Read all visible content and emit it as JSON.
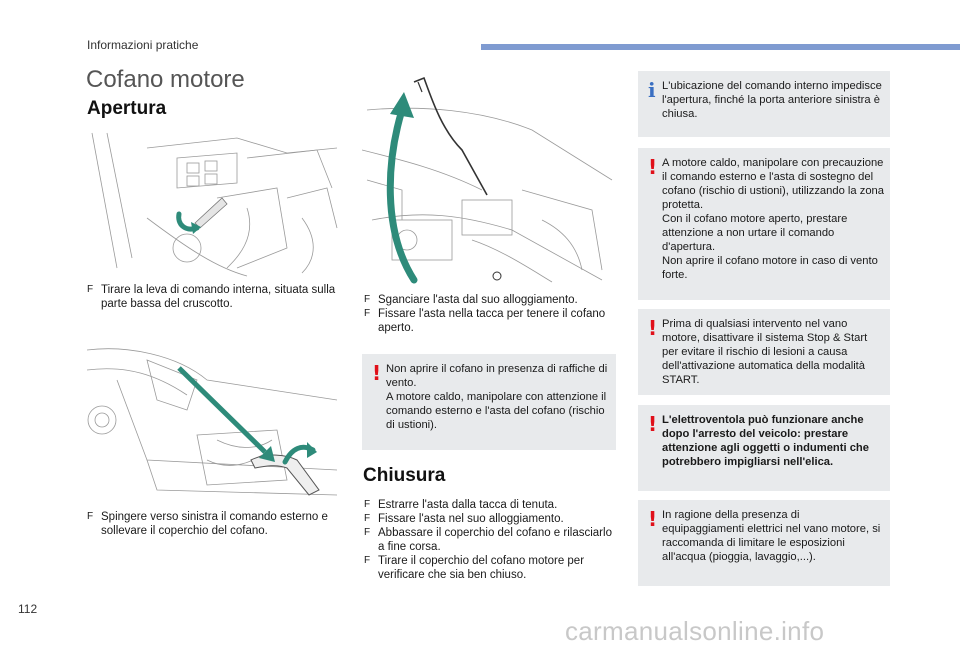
{
  "header": {
    "section": "Informazioni pratiche"
  },
  "page_title": "Cofano motore",
  "apertura": {
    "title": "Apertura",
    "step1": "Tirare la leva di comando interna, situata sulla parte bassa del cruscotto.",
    "step2": "Spingere verso sinistra il comando esterno e sollevare il coperchio del cofano.",
    "step3a": "Sganciare l'asta dal suo alloggiamento.",
    "step3b": "Fissare l'asta nella tacca per tenere il cofano aperto.",
    "bullet": "F"
  },
  "warning_middle": {
    "lines": [
      "Non aprire il cofano in presenza di raffiche di vento.",
      "A motore caldo, manipolare con attenzione il comando esterno e l'asta del cofano (rischio di ustioni)."
    ]
  },
  "chiusura": {
    "title": "Chiusura",
    "steps": [
      "Estrarre l'asta dalla tacca di tenuta.",
      "Fissare l'asta nel suo alloggiamento.",
      "Abbassare il coperchio del cofano e rilasciarlo a fine corsa.",
      "Tirare il coperchio del cofano motore per verificare che sia ben chiuso."
    ]
  },
  "right_notes": {
    "info": "L'ubicazione del comando interno impedisce l'apertura, finché la porta anteriore sinistra è chiusa.",
    "warn1": [
      "A motore caldo, manipolare con precauzione il comando esterno e l'asta di sostegno del cofano (rischio di ustioni), utilizzando la zona protetta.",
      "Con il cofano motore aperto, prestare attenzione a non urtare il comando d'apertura.",
      "Non aprire il cofano motore in caso di vento forte."
    ],
    "warn2": "Prima di qualsiasi intervento nel vano motore, disattivare il sistema Stop & Start per evitare il rischio di lesioni a causa dell'attivazione automatica della modalità START.",
    "warn3": "L'elettroventola può funzionare anche dopo l'arresto del veicolo: prestare attenzione agli oggetti o indumenti che potrebbero impigliarsi nell'elica.",
    "warn4": "In ragione della presenza di equipaggiamenti elettrici nel vano motore, si raccomanda di limitare le esposizioni all'acqua (pioggia, lavaggio,...)."
  },
  "icons": {
    "warning": "!",
    "info": "i"
  },
  "colors": {
    "accent_bar": "#7f9bd1",
    "note_bg": "#e8eaec",
    "warning_red": "#e0101a",
    "arrow_green": "#2e8b7a"
  },
  "page_number": "112",
  "watermark": "carmanualsonline.info"
}
